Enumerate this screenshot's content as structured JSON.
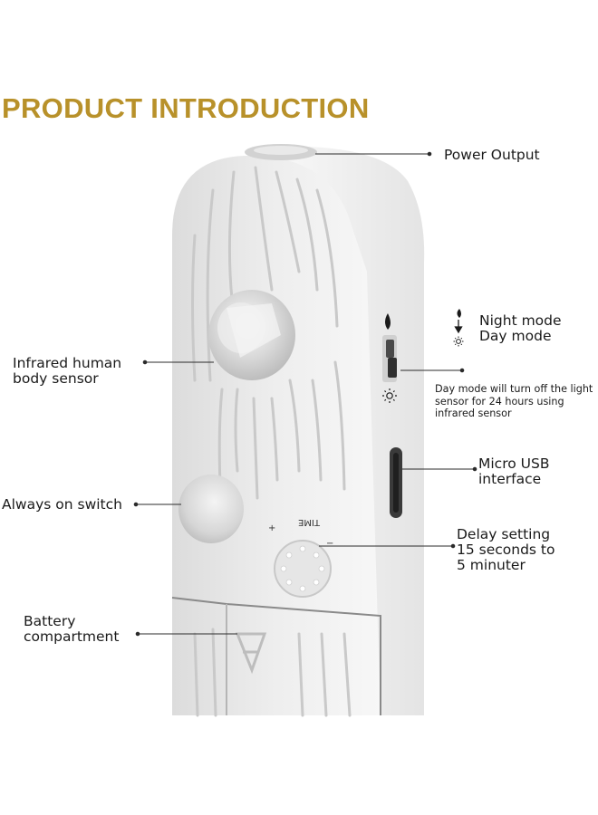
{
  "title": "PRODUCT INTRODUCTION",
  "labels": {
    "power_output": "Power Output",
    "infrared_sensor": [
      "Infrared human",
      "body sensor"
    ],
    "always_on_switch": "Always on switch",
    "battery_compartment": [
      "Battery",
      "compartment"
    ],
    "night_mode": "Night mode",
    "day_mode": "Day mode",
    "day_mode_note": [
      "Day mode will turn off the light",
      "sensor for 24 hours using",
      "infrared sensor"
    ],
    "micro_usb": [
      "Micro USB",
      "interface"
    ],
    "delay_setting": [
      "Delay setting",
      "15 seconds to",
      "5 minuter"
    ]
  },
  "dial_text": {
    "time": "TIME",
    "plus": "+",
    "minus": "−"
  },
  "icons": [
    "moon-icon",
    "sun-icon",
    "arrow-icon"
  ],
  "colors": {
    "title": "#b8912a",
    "device": "#ebebeb",
    "text": "#1a1a1a"
  }
}
